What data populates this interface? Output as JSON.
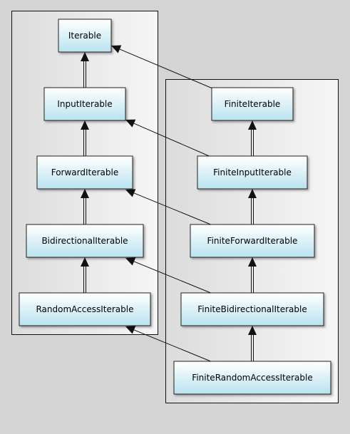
{
  "colors": {
    "background": "#d4d4d4",
    "node_fill_top": "#ffffff",
    "node_fill_bottom": "#b9e3ef",
    "node_border": "#222222",
    "edge": "#111111"
  },
  "nodes": {
    "iterable": "Iterable",
    "input_iterable": "InputIterable",
    "forward_iterable": "ForwardIterable",
    "bidirectional_iterable": "BidirectionalIterable",
    "random_access_iterable": "RandomAccessIterable",
    "finite_iterable": "FiniteIterable",
    "finite_input_iterable": "FiniteInputIterable",
    "finite_forward_iterable": "FiniteForwardIterable",
    "finite_bidirectional_iterable": "FiniteBidirectionalIterable",
    "finite_random_access_iterable": "FiniteRandomAccessIterable"
  }
}
